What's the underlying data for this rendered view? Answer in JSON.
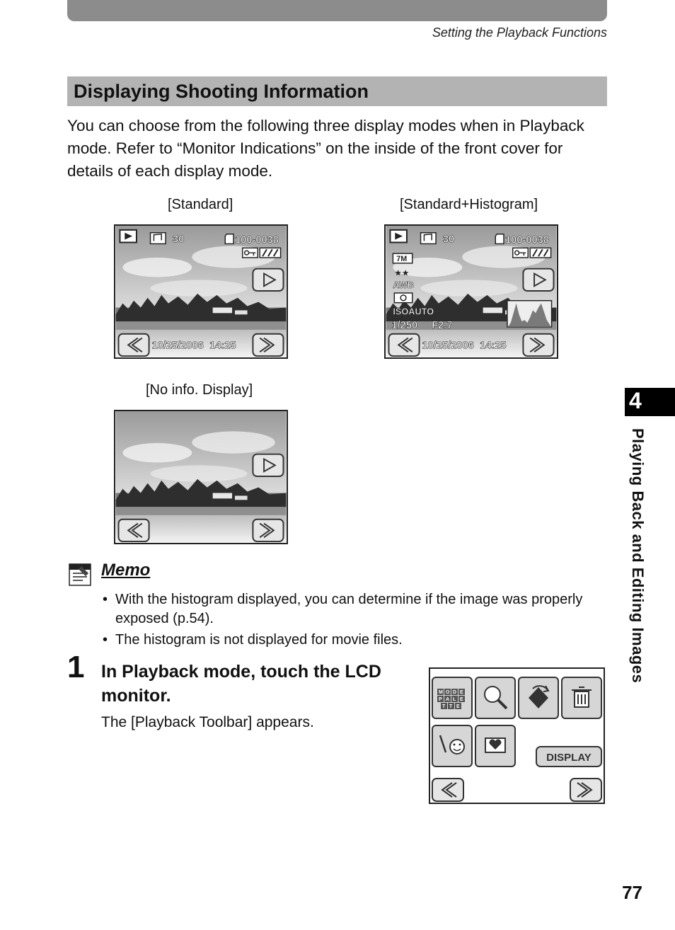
{
  "header": {
    "running_head": "Setting the Playback Functions"
  },
  "section": {
    "title": "Displaying Shooting Information",
    "intro": "You can choose from the following three display modes when in Playback mode. Refer to “Monitor Indications” on the inside of the front cover for details of each display mode."
  },
  "screens": {
    "standard": {
      "caption": "[Standard]",
      "counter": "30",
      "file_no": "100-0038",
      "datetime": "10/25/2006  14:25"
    },
    "histogram": {
      "caption": "[Standard+Histogram]",
      "counter": "30",
      "file_no": "100-0038",
      "resolution": "7M",
      "quality": "★★",
      "white_balance": "AWB",
      "iso": "ISOAUTO",
      "shutter": "1/250",
      "aperture": "F2.7",
      "datetime": "10/25/2006  14:25"
    },
    "noinfo": {
      "caption": "[No info. Display]"
    }
  },
  "memo": {
    "title": "Memo",
    "bullets": [
      "With the histogram displayed, you can determine if the image was properly exposed (p.54).",
      "The histogram is not displayed for movie files."
    ]
  },
  "step": {
    "number": "1",
    "title": "In Playback mode, touch the LCD monitor.",
    "desc": "The [Playback Toolbar] appears."
  },
  "toolbar": {
    "palette_letters": [
      "M",
      "O",
      "D",
      "E",
      "P",
      "A",
      "L",
      "E",
      "T",
      "T",
      "E"
    ],
    "display_label": "DISPLAY"
  },
  "chapter": {
    "number": "4",
    "title": "Playing Back and Editing Images"
  },
  "page": {
    "number": "77"
  }
}
